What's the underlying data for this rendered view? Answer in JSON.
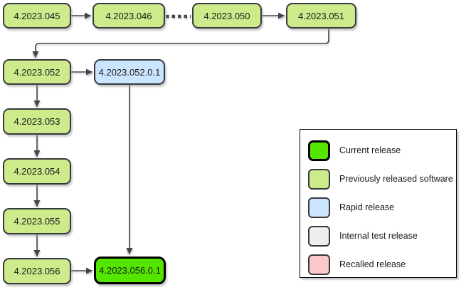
{
  "diagram": {
    "nodes": {
      "n045": {
        "label": "4.2023.045",
        "type": "released"
      },
      "n046": {
        "label": "4.2023.046",
        "type": "released"
      },
      "n050": {
        "label": "4.2023.050",
        "type": "released"
      },
      "n051": {
        "label": "4.2023.051",
        "type": "released"
      },
      "n052": {
        "label": "4.2023.052",
        "type": "released"
      },
      "n053": {
        "label": "4.2023.053",
        "type": "released"
      },
      "n054": {
        "label": "4.2023.054",
        "type": "released"
      },
      "n055": {
        "label": "4.2023.055",
        "type": "released"
      },
      "n056": {
        "label": "4.2023.056",
        "type": "released"
      },
      "n052_0_1": {
        "label": "4.2023.052.0.1",
        "type": "rapid"
      },
      "n056_0_1": {
        "label": "4.2023.056.0.1",
        "type": "current"
      }
    },
    "edges": [
      {
        "from": "4.2023.045",
        "to": "4.2023.046",
        "style": "arrow"
      },
      {
        "from": "4.2023.046",
        "to": "4.2023.050",
        "style": "thick-dashed-no-arrow"
      },
      {
        "from": "4.2023.050",
        "to": "4.2023.051",
        "style": "arrow"
      },
      {
        "from": "4.2023.051",
        "to": "4.2023.052",
        "style": "elbow-arrow"
      },
      {
        "from": "4.2023.052",
        "to": "4.2023.052.0.1",
        "style": "arrow"
      },
      {
        "from": "4.2023.052",
        "to": "4.2023.053",
        "style": "arrow"
      },
      {
        "from": "4.2023.053",
        "to": "4.2023.054",
        "style": "arrow"
      },
      {
        "from": "4.2023.054",
        "to": "4.2023.055",
        "style": "arrow"
      },
      {
        "from": "4.2023.055",
        "to": "4.2023.056",
        "style": "arrow"
      },
      {
        "from": "4.2023.052.0.1",
        "to": "4.2023.056.0.1",
        "style": "arrow"
      },
      {
        "from": "4.2023.056",
        "to": "4.2023.056.0.1",
        "style": "arrow"
      }
    ]
  },
  "legend": {
    "items": {
      "current": {
        "label": "Current release"
      },
      "released": {
        "label": "Previously released software"
      },
      "rapid": {
        "label": "Rapid release"
      },
      "internal": {
        "label": "Internal test release"
      },
      "recalled": {
        "label": "Recalled release"
      }
    }
  },
  "colors": {
    "current": "#55e600",
    "released": "#cdeb8b",
    "rapid": "#cce5ff",
    "internal": "#eeeeee",
    "recalled": "#fac8c8",
    "border": "#36393d",
    "connector": "#40464c"
  }
}
